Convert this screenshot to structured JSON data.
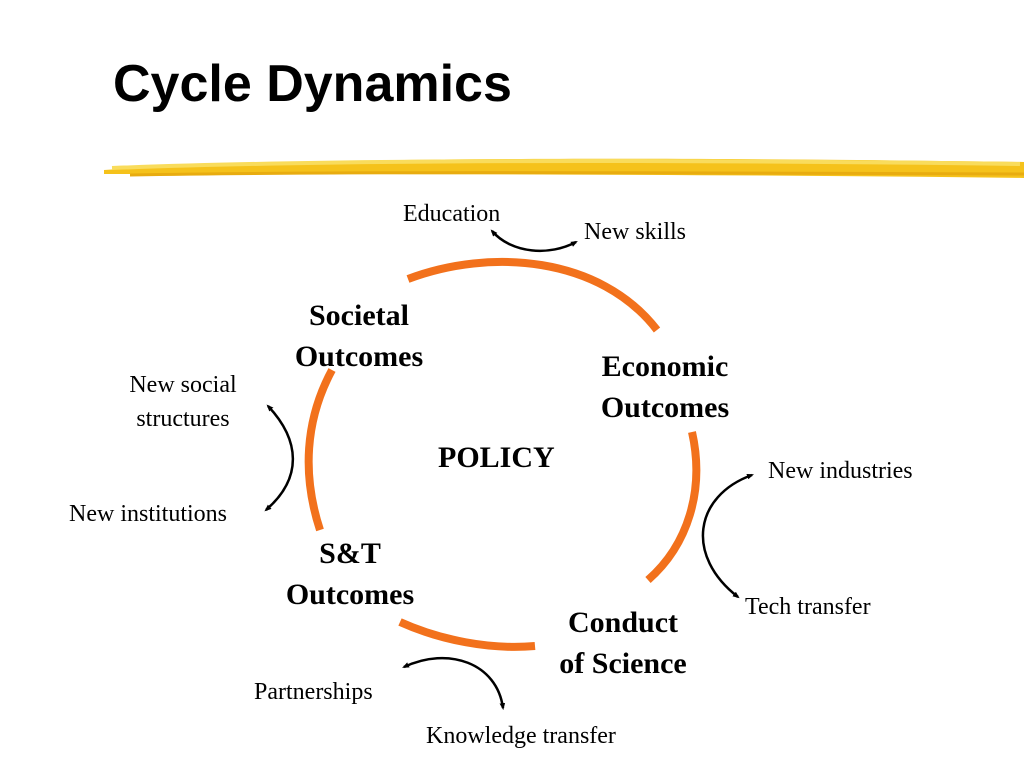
{
  "slide": {
    "title": "Cycle Dynamics"
  },
  "colors": {
    "cycle_ring": "#f2711c",
    "title_underline": "#f5c21b",
    "arrows": "#000000"
  },
  "center": {
    "label": "POLICY"
  },
  "nodes": {
    "societal": {
      "line1": "Societal",
      "line2": "Outcomes"
    },
    "economic": {
      "line1": "Economic",
      "line2": "Outcomes"
    },
    "conduct": {
      "line1": "Conduct",
      "line2": "of Science"
    },
    "st": {
      "line1": "S&T",
      "line2": "Outcomes"
    }
  },
  "links": {
    "education": "Education",
    "new_skills": "New skills",
    "new_industries": "New industries",
    "tech_transfer": "Tech transfer",
    "partnerships": "Partnerships",
    "knowledge_transfer": "Knowledge transfer",
    "new_social_1": "New social",
    "new_social_2": "structures",
    "new_institutions": "New institutions"
  }
}
